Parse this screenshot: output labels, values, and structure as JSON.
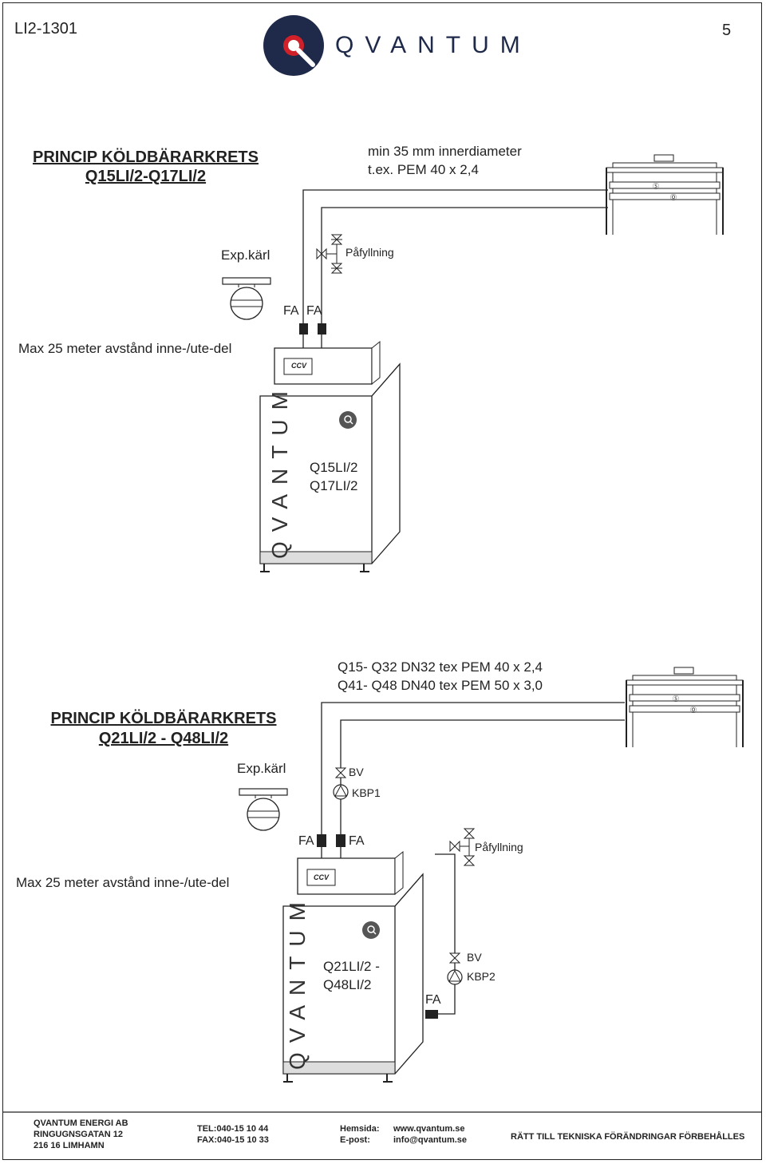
{
  "header": {
    "doc_id": "LI2-1301",
    "page_number": "5",
    "brand": "QVANTUM"
  },
  "section1": {
    "title_line1": "PRINCIP KÖLDBÄRARKRETS",
    "title_line2": "Q15LI/2-Q17LI/2",
    "pipe_note_line1": "min 35 mm innerdiameter",
    "pipe_note_line2": "t.ex. PEM 40 x 2,4",
    "exp_label": "Exp.kärl",
    "fill_label": "Påfyllning",
    "fa_left": "FA",
    "fa_right": "FA",
    "distance_label": "Max 25 meter avstånd inne-/ute-del",
    "unit_brand": "QVANTUM",
    "panel_label": "CCV",
    "unit_model_line1": "Q15LI/2",
    "unit_model_line2": "Q17LI/2"
  },
  "section2": {
    "pipe_note_line1": "Q15- Q32  DN32 tex PEM 40 x 2,4",
    "pipe_note_line2": "Q41- Q48 DN40 tex PEM 50 x 3,0",
    "title_line1": "PRINCIP KÖLDBÄRARKRETS",
    "title_line2": "Q21LI/2 - Q48LI/2",
    "exp_label": "Exp.kärl",
    "bv_label": "BV",
    "kbp1_label": "KBP1",
    "fa_left": "FA",
    "fa_right": "FA",
    "fill_label": "Påfyllning",
    "distance_label": "Max 25 meter avstånd inne-/ute-del",
    "unit_brand": "QVANTUM",
    "panel_label": "CCV",
    "unit_model_line1": "Q21LI/2 -",
    "unit_model_line2": "Q48LI/2",
    "bv2_label": "BV",
    "kbp2_label": "KBP2",
    "fa_bottom": "FA"
  },
  "footer": {
    "company": "QVANTUM ENERGI AB",
    "street": "RINGUGNSGATAN 12",
    "city": "216 16  LIMHAMN",
    "tel": "TEL:040-15 10 44",
    "fax": "FAX:040-15 10 33",
    "web_label": "Hemsida:",
    "email_label": "E-post:",
    "web": "www.qvantum.se",
    "email": "info@qvantum.se",
    "notice": "RÄTT TILL TEKNISKA FÖRÄNDRINGAR FÖRBEHÅLLES"
  }
}
